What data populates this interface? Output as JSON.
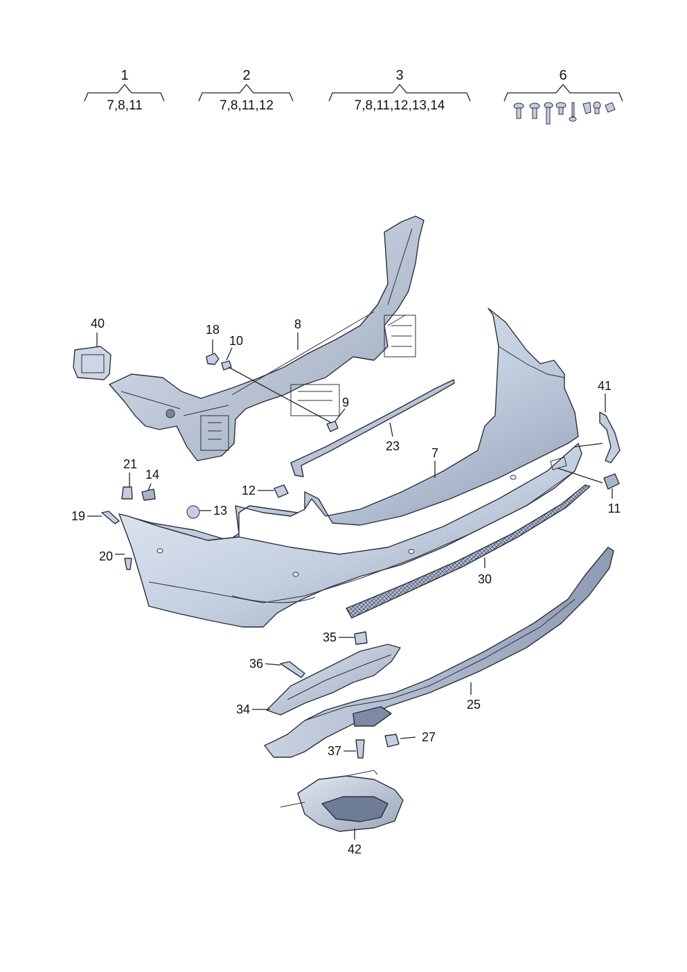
{
  "groups": [
    {
      "number": "1",
      "contents": "7,8,11"
    },
    {
      "number": "2",
      "contents": "7,8,11,12"
    },
    {
      "number": "3",
      "contents": "7,8,11,12,13,14"
    },
    {
      "number": "6",
      "contents": ""
    }
  ],
  "callouts": {
    "p7": "7",
    "p8": "8",
    "p9": "9",
    "p10": "10",
    "p11": "11",
    "p12": "12",
    "p13": "13",
    "p14": "14",
    "p18": "18",
    "p19": "19",
    "p20": "20",
    "p21": "21",
    "p23": "23",
    "p25": "25",
    "p27": "27",
    "p30": "30",
    "p34": "34",
    "p35": "35",
    "p36": "36",
    "p37": "37",
    "p40": "40",
    "p41": "41",
    "p42": "42"
  },
  "colors": {
    "part_light": "#d9e2ef",
    "part_mid": "#b9c6da",
    "part_dark": "#8794ad",
    "line": "#2a2f3c"
  }
}
